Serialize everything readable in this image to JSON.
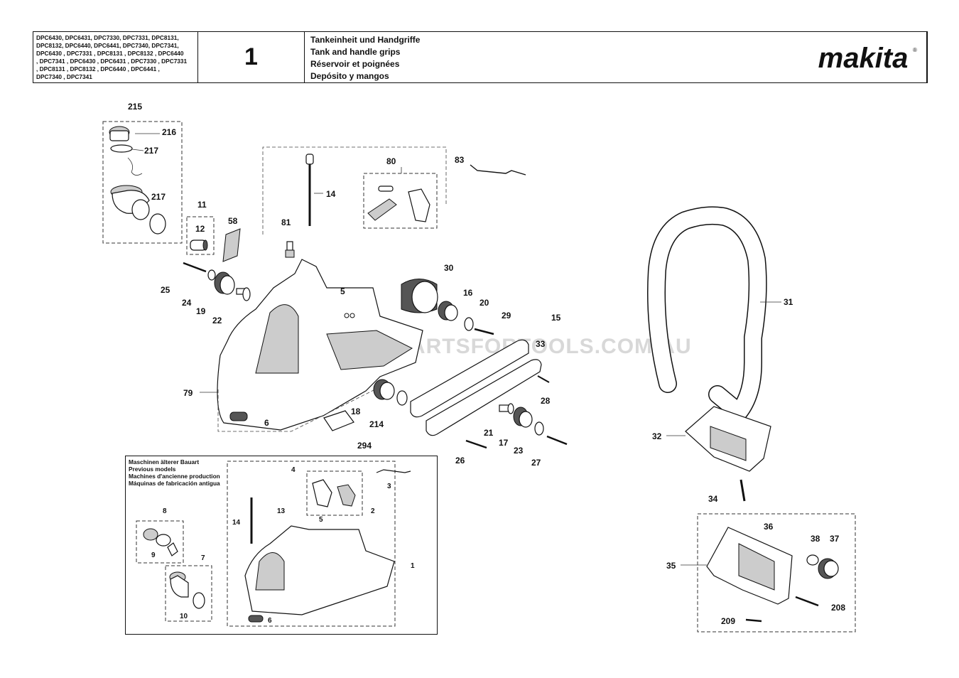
{
  "header": {
    "models": [
      "DPC6430, DPC6431, DPC7330, DPC7331, DPC8131,",
      "DPC8132, DPC6440, DPC6441, DPC7340, DPC7341,",
      "DPC6430 , DPC7331 , DPC8131 , DPC8132 , DPC6440",
      ", DPC7341 , DPC6430 , DPC6431 , DPC7330 , DPC7331",
      ", DPC8131 , DPC8132 , DPC6440 , DPC6441 ,",
      "DPC7340 , DPC7341"
    ],
    "page_number": "1",
    "titles": [
      "Tankeinheit und Handgriffe",
      "Tank and handle grips",
      "Réservoir et poignées",
      "Depósito y mangos"
    ],
    "brand": "makita"
  },
  "watermark": "SPAREPARTSFORTOOLS.COM.AU",
  "legend": {
    "lines": [
      "Maschinen älterer Bauart",
      "Previous models",
      "Machines d'ancienne production",
      "Máquinas de fabricación antigua"
    ]
  },
  "labels": {
    "l215": "215",
    "l216": "216",
    "l217a": "217",
    "l217b": "217",
    "l11": "11",
    "l12": "12",
    "l58": "58",
    "l81": "81",
    "l14": "14",
    "l80": "80",
    "l83": "83",
    "l25": "25",
    "l24": "24",
    "l19": "19",
    "l22": "22",
    "l5": "5",
    "l30": "30",
    "l16": "16",
    "l20": "20",
    "l29": "29",
    "l15": "15",
    "l33": "33",
    "l28": "28",
    "l79": "79",
    "l6": "6",
    "l18": "18",
    "l214": "214",
    "l294": "294",
    "l21": "21",
    "l17": "17",
    "l23": "23",
    "l27": "27",
    "l26": "26",
    "l31": "31",
    "l32": "32",
    "l34": "34",
    "l35": "35",
    "l36": "36",
    "l38": "38",
    "l37": "37",
    "l208": "208",
    "l209": "209",
    "s4": "4",
    "s3": "3",
    "s2": "2",
    "s13": "13",
    "s5": "5",
    "s14": "14",
    "s8": "8",
    "s9": "9",
    "s7": "7",
    "s10": "10",
    "s1": "1",
    "s6": "6"
  }
}
